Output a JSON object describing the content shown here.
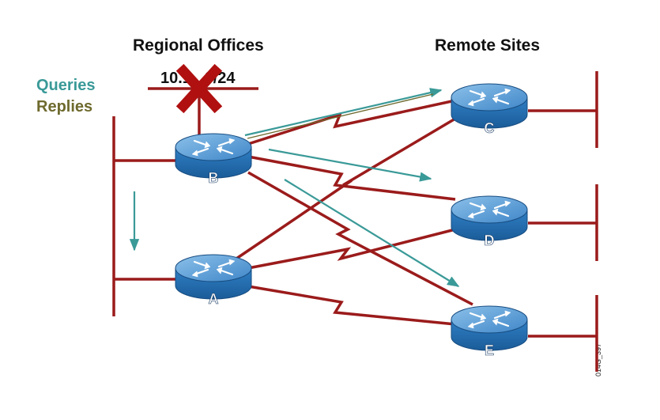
{
  "headings": {
    "regional_offices": "Regional Offices",
    "remote_sites": "Remote Sites"
  },
  "legend": {
    "queries": "Queries",
    "replies": "Replies"
  },
  "subnet_label": "10.1. .0/24",
  "figure_id": "014G_397",
  "routers": {
    "A": "A",
    "B": "B",
    "C": "C",
    "D": "D",
    "E": "E"
  },
  "colors": {
    "link": "#9b1b1b",
    "query": "#3a9a98",
    "reply": "#6e6a2e",
    "router_top": "#5b9bd5",
    "router_body": "#1f6eb4",
    "failure_x": "#b01010"
  }
}
